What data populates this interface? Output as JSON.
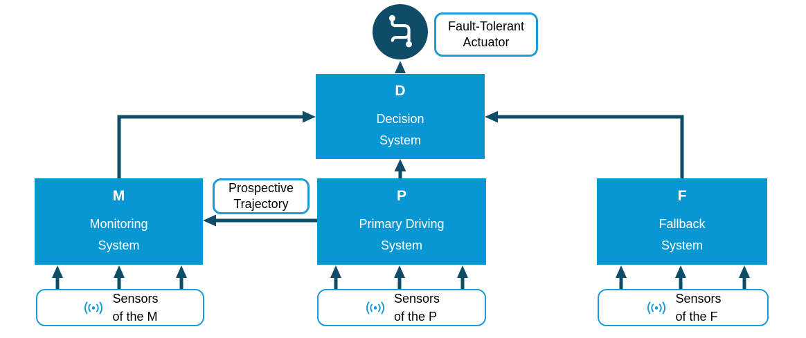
{
  "colors": {
    "box_fill": "#0897d3",
    "dark": "#0e4c68",
    "border_blue": "#1b9cd9",
    "text_light": "#ffffff",
    "text_dark": "#000000"
  },
  "actuator": {
    "icon": "actuator-loop-icon",
    "label_line1": "Fault-Tolerant",
    "label_line2": "Actuator"
  },
  "systems": [
    {
      "letter": "D",
      "name_line1": "Decision",
      "name_line2": "System"
    },
    {
      "letter": "M",
      "name_line1": "Monitoring",
      "name_line2": "System"
    },
    {
      "letter": "P",
      "name_line1": "Primary Driving",
      "name_line2": "System"
    },
    {
      "letter": "F",
      "name_line1": "Fallback",
      "name_line2": "System"
    }
  ],
  "labels": {
    "prospective_line1": "Prospective",
    "prospective_line2": "Trajectory"
  },
  "sensors": [
    {
      "icon": "signal-waves-icon",
      "line1": "Sensors",
      "line2": "of the M"
    },
    {
      "icon": "signal-waves-icon",
      "line1": "Sensors",
      "line2": "of the P"
    },
    {
      "icon": "signal-waves-icon",
      "line1": "Sensors",
      "line2": "of the F"
    }
  ],
  "connections": [
    "M -> D",
    "F -> D",
    "P -> D",
    "D -> Fault-Tolerant Actuator",
    "P -> M (Prospective Trajectory)",
    "Sensors of the M -> M",
    "Sensors of the P -> P",
    "Sensors of the F -> F"
  ]
}
